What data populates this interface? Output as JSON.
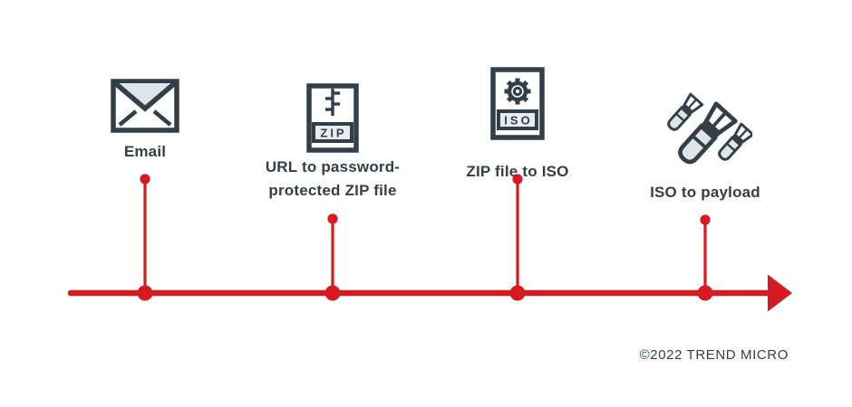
{
  "diagram": {
    "type": "infection-chain-timeline",
    "milestones": [
      {
        "label": "Email",
        "icon": "email-icon"
      },
      {
        "label": "URL to password-protected ZIP file",
        "icon": "zip-file-icon"
      },
      {
        "label": "ZIP file to ISO",
        "icon": "iso-file-icon"
      },
      {
        "label": "ISO to payload",
        "icon": "payload-bombs-icon"
      }
    ],
    "icon_badges": {
      "zip": "ZIP",
      "iso": "ISO"
    },
    "copyright": "©2022 TREND MICRO",
    "colors": {
      "timeline_red": "#D71921",
      "icon_dark": "#333F48",
      "icon_light_fill": "#DEE5E9",
      "badge_bg": "#E7ECEF",
      "background": "#FFFFFF"
    }
  }
}
